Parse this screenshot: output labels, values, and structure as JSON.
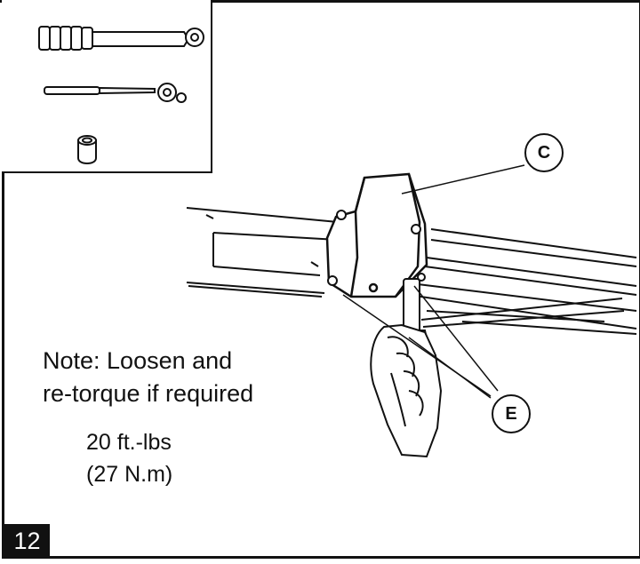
{
  "callouts": {
    "c_label": "C",
    "e_label": "E"
  },
  "note": {
    "line1": "Note: Loosen and",
    "line2": "re-torque if required"
  },
  "torque": {
    "imperial": "20 ft.-lbs",
    "metric": "(27 N.m)"
  },
  "step": {
    "number": "12"
  },
  "tools": [
    "torque-wrench-icon",
    "ratchet-icon",
    "socket-icon"
  ]
}
